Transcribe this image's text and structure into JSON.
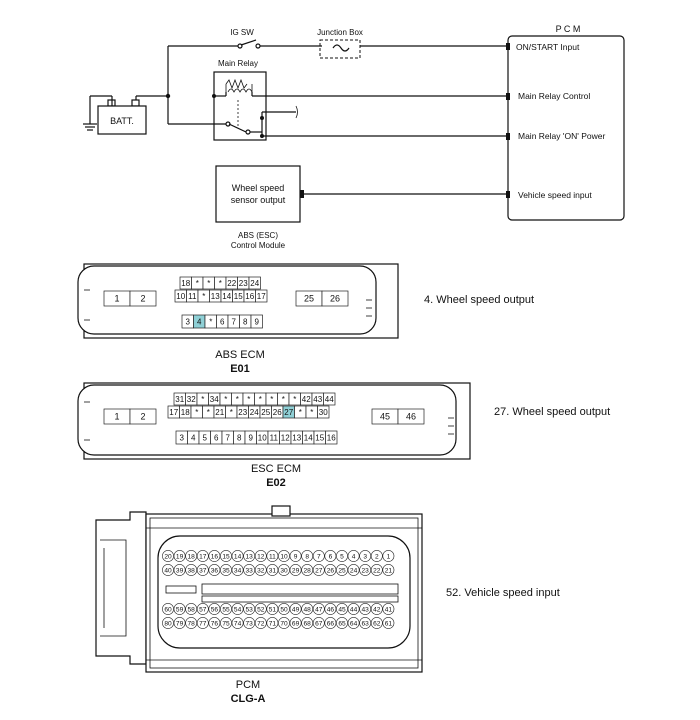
{
  "schematic": {
    "ig_sw": "IG SW",
    "junction_box": "Junction Box",
    "main_relay": "Main Relay",
    "batt": "BATT.",
    "pcm": "P C M",
    "pcm_pins": [
      "ON/START Input",
      "Main Relay Control",
      "Main Relay 'ON' Power",
      "Vehicle speed input"
    ],
    "wss_line1": "Wheel speed",
    "wss_line2": "sensor output",
    "abs_module_line1": "ABS (ESC)",
    "abs_module_line2": "Control Module"
  },
  "abs_connector": {
    "side_left": [
      "1",
      "2"
    ],
    "side_right": [
      "25",
      "26"
    ],
    "row1": [
      "18",
      "*",
      "*",
      "*",
      "22",
      "23",
      "24"
    ],
    "row2": [
      "10",
      "11",
      "*",
      "13",
      "14",
      "15",
      "16",
      "17"
    ],
    "row3": [
      "3",
      "4",
      "*",
      "6",
      "7",
      "8",
      "9"
    ],
    "highlight": "4",
    "name": "ABS ECM",
    "code": "E01",
    "note": "4. Wheel speed output"
  },
  "esc_connector": {
    "side_left": [
      "1",
      "2"
    ],
    "side_right": [
      "45",
      "46"
    ],
    "row1": [
      "31",
      "32",
      "*",
      "34",
      "*",
      "*",
      "*",
      "*",
      "*",
      "*",
      "*",
      "42",
      "43",
      "44"
    ],
    "row2": [
      "17",
      "18",
      "*",
      "*",
      "21",
      "*",
      "23",
      "24",
      "25",
      "26",
      "27",
      "*",
      "*",
      "30"
    ],
    "row3": [
      "3",
      "4",
      "5",
      "6",
      "7",
      "8",
      "9",
      "10",
      "11",
      "12",
      "13",
      "14",
      "15",
      "16"
    ],
    "highlight": "27",
    "name": "ESC ECM",
    "code": "E02",
    "note": "27. Wheel speed output"
  },
  "pcm_connector": {
    "row1": [
      "20",
      "19",
      "18",
      "17",
      "16",
      "15",
      "14",
      "13",
      "12",
      "11",
      "10",
      "9",
      "8",
      "7",
      "6",
      "5",
      "4",
      "3",
      "2",
      "1"
    ],
    "row2": [
      "40",
      "39",
      "38",
      "37",
      "36",
      "35",
      "34",
      "33",
      "32",
      "31",
      "30",
      "29",
      "28",
      "27",
      "26",
      "25",
      "24",
      "23",
      "22",
      "21"
    ],
    "row3": [
      "60",
      "59",
      "58",
      "57",
      "56",
      "55",
      "54",
      "53",
      "52",
      "51",
      "50",
      "49",
      "48",
      "47",
      "46",
      "45",
      "44",
      "43",
      "42",
      "41"
    ],
    "row4": [
      "80",
      "79",
      "78",
      "77",
      "76",
      "75",
      "74",
      "73",
      "72",
      "71",
      "70",
      "69",
      "68",
      "67",
      "66",
      "65",
      "64",
      "63",
      "62",
      "61"
    ],
    "highlight": "52",
    "name": "PCM",
    "code": "CLG-A",
    "note": "52. Vehicle speed input"
  }
}
